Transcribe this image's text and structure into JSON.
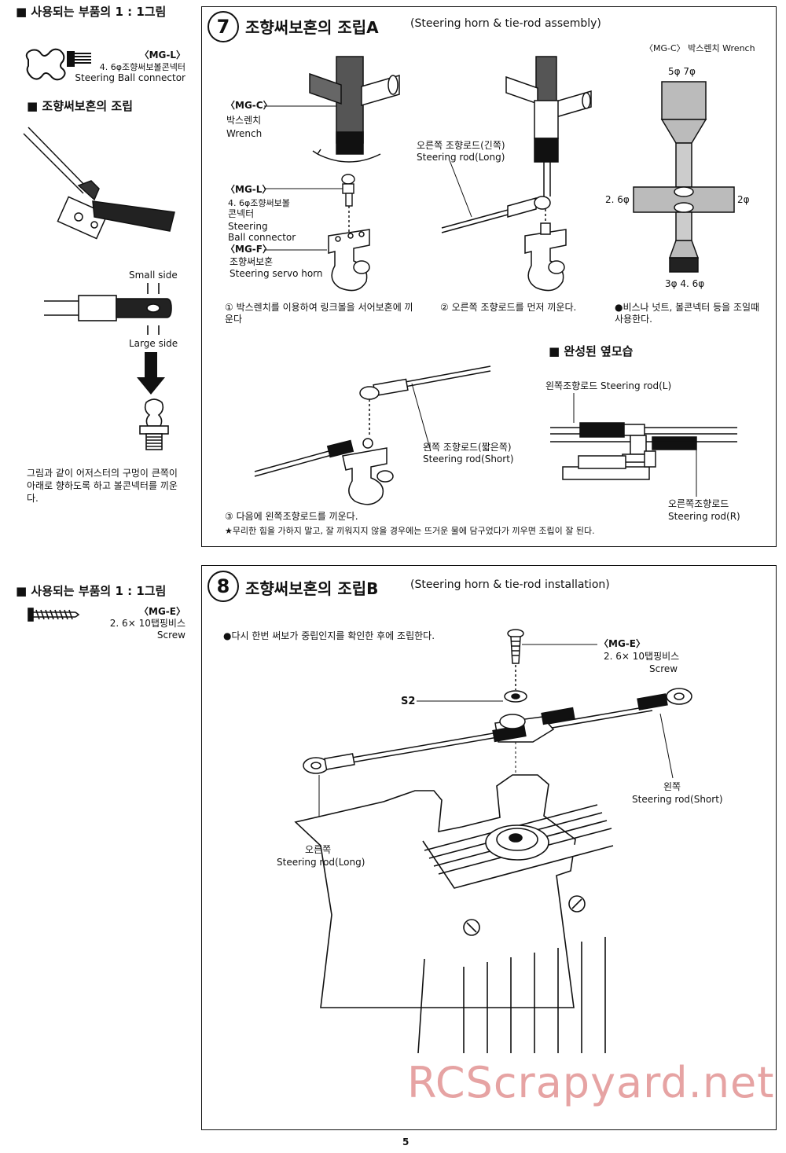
{
  "page_number": "5",
  "watermark": "RCScrapyard.net",
  "sidebar": {
    "parts_title_1": "■ 사용되는 부품의 1 : 1그림",
    "part_1_code": "〈MG-L〉",
    "part_1_name_ko": "4. 6φ조향써보볼콘넥터",
    "part_1_name_en": "Steering Ball connector",
    "assembly_title": "■ 조향써보혼의 조립",
    "small_side": "Small side",
    "large_side": "Large side",
    "note": "그림과 같이 어저스터의 구멍이 큰쪽이 아래로 향하도록 하고 볼콘넥터를 끼운다.",
    "parts_title_2": "■ 사용되는 부품의 1 : 1그림",
    "part_2_code": "〈MG-E〉",
    "part_2_name_ko": "2. 6× 10탭핑비스",
    "part_2_name_en": "Screw"
  },
  "step7": {
    "number": "7",
    "title": "조향써보혼의 조립A",
    "subtitle": "(Steering horn & tie-rod assembly)",
    "labels": {
      "mgc_code": "〈MG-C〉",
      "mgc_ko": "박스렌치",
      "mgc_en": "Wrench",
      "mgl_code": "〈MG-L〉",
      "mgl_ko_1": "4. 6φ조향써보볼",
      "mgl_ko_2": "콘넥터",
      "mgl_en_1": "Steering",
      "mgl_en_2": "Ball connector",
      "mgf_code": "〈MG-F〉",
      "mgf_ko": "조향써보혼",
      "mgf_en": "Steering servo horn",
      "right_rod_ko": "오른쪽 조향로드(긴쪽)",
      "right_rod_en": "Steering rod(Long)",
      "wrench_label": "〈MG-C〉 박스렌치 Wrench",
      "dim_top": "5φ 7φ",
      "dim_left": "2. 6φ",
      "dim_right": "2φ",
      "dim_bottom": "3φ 4. 6φ",
      "left_rod_ko": "왼쪽 조향로드(짧은쪽)",
      "left_rod_en": "Steering rod(Short)",
      "completed_title": "■ 완성된 옆모습",
      "rod_l": "왼쪽조향로드 Steering rod(L)",
      "rod_r_ko": "오른쪽조향로드",
      "rod_r_en": "Steering rod(R)"
    },
    "steps": {
      "s1": "① 박스렌치를 이용하여 링크볼을 서어보혼에 끼운다",
      "s2": "② 오른쪽 조향로드를 먼저 끼운다.",
      "s_note": "●비스나 넛트, 볼콘넥터 등을 조일때 사용한다.",
      "s3": "③ 다음에 왼쪽조향로드를 끼운다.",
      "s3_star": "★무리한 힘을 가하지 말고, 잘 끼워지지 않을 경우에는 뜨거운 물에 담구었다가 끼우면 조립이 잘 된다."
    }
  },
  "step8": {
    "number": "8",
    "title": "조향써보혼의 조립B",
    "subtitle": "(Steering horn & tie-rod installation)",
    "note": "●다시 한번 써보가 중립인지를 확인한 후에 조립한다.",
    "mge_code": "〈MG-E〉",
    "mge_ko": "2. 6× 10탭핑비스",
    "mge_en": "Screw",
    "s2": "S2",
    "left_ko": "왼쪽",
    "left_en": "Steering rod(Short)",
    "right_ko": "오른쪽",
    "right_en": "Steering rod(Long)"
  }
}
